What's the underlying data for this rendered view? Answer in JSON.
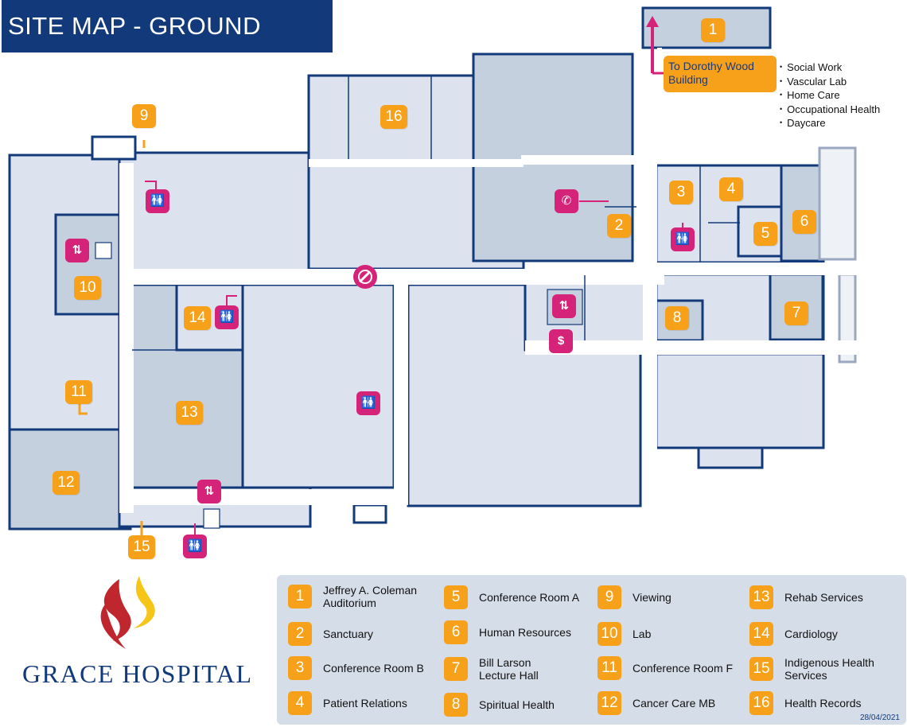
{
  "title": "SITE MAP - GROUND FLOOR",
  "colors": {
    "title_bg": "#123a7a",
    "wall": "#123a7a",
    "room_light": "#dde3ee",
    "room_dark": "#c5d0df",
    "corridor": "#ffffff",
    "marker": "#f7a11a",
    "icon": "#d6237a",
    "legend_bg": "#d5dde8"
  },
  "map_markers": [
    "1",
    "2",
    "3",
    "4",
    "5",
    "6",
    "7",
    "8",
    "9",
    "10",
    "11",
    "12",
    "13",
    "14",
    "15",
    "16"
  ],
  "destination": {
    "line1": "To Dorothy Wood",
    "line2": "Building",
    "icon": "up-arrow-icon"
  },
  "side_list": [
    "Social Work",
    "Vascular Lab",
    "Home Care",
    "Occupational Health",
    "Daycare"
  ],
  "map_icons": [
    "restroom-icon",
    "elevator-icon",
    "info-phone-icon",
    "no-entry-icon",
    "atm-icon"
  ],
  "legend": [
    {
      "num": "1",
      "line1": "Jeffrey A. Coleman",
      "line2": "Auditorium"
    },
    {
      "num": "2",
      "line1": "Sanctuary",
      "line2": ""
    },
    {
      "num": "3",
      "line1": "Conference Room B",
      "line2": ""
    },
    {
      "num": "4",
      "line1": "Patient Relations",
      "line2": ""
    },
    {
      "num": "5",
      "line1": "Conference Room A",
      "line2": ""
    },
    {
      "num": "6",
      "line1": "Human Resources",
      "line2": ""
    },
    {
      "num": "7",
      "line1": "Bill Larson",
      "line2": "Lecture Hall"
    },
    {
      "num": "8",
      "line1": "Spiritual Health",
      "line2": ""
    },
    {
      "num": "9",
      "line1": "Viewing",
      "line2": ""
    },
    {
      "num": "10",
      "line1": "Lab",
      "line2": ""
    },
    {
      "num": "11",
      "line1": "Conference Room F",
      "line2": ""
    },
    {
      "num": "12",
      "line1": "Cancer Care MB",
      "line2": ""
    },
    {
      "num": "13",
      "line1": "Rehab Services",
      "line2": ""
    },
    {
      "num": "14",
      "line1": "Cardiology",
      "line2": ""
    },
    {
      "num": "15",
      "line1": "Indigenous Health",
      "line2": "Services"
    },
    {
      "num": "16",
      "line1": "Health Records",
      "line2": ""
    }
  ],
  "date": "28/04/2021",
  "brand": "GRACE HOSPITAL"
}
